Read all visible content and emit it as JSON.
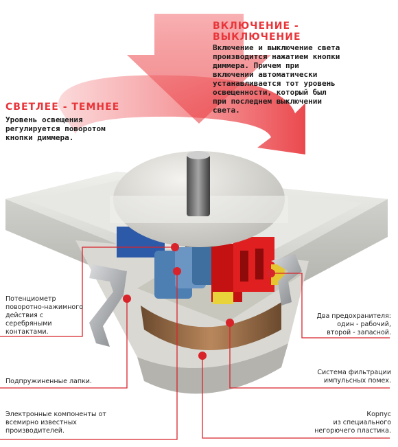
{
  "heading_on_off": "ВКЛЮЧЕНИЕ -\nВЫКЛЮЧЕНИЕ",
  "text_on_off": "Включение и выключение света\nпроизводится нажатием кнопки\nдиммера. Причем при\nвключении автоматически\nустанавливается тот уровень\nосвещенности, который был\nпри последнем выключении\nсвета.",
  "heading_brighter_darker": "СВЕТЛЕЕ - ТЕМНЕЕ",
  "text_brighter_darker": "Уровень освещения\nрегулируется поворотом\nкнопки диммера.",
  "callouts": {
    "potentiometer": "Потенциометр\nповоротно-нажимного\nдействия с\nсеребряными\nконтактами.",
    "spring_clips": "Подпружиненные лапки.",
    "electronics": "Электронные компоненты от\nвсемирно известных\nпроизводителей.",
    "fuses": "Два предохранителя:\nодин - рабочий,\nвторой - запасной.",
    "filter": "Система фильтрации\nимпульсных помех.",
    "housing": "Корпус\nиз специального\nнегорючего пластика."
  },
  "colors": {
    "accent": "#e8353a",
    "arrow": "#f06a6e",
    "leader": "#d8232a"
  }
}
